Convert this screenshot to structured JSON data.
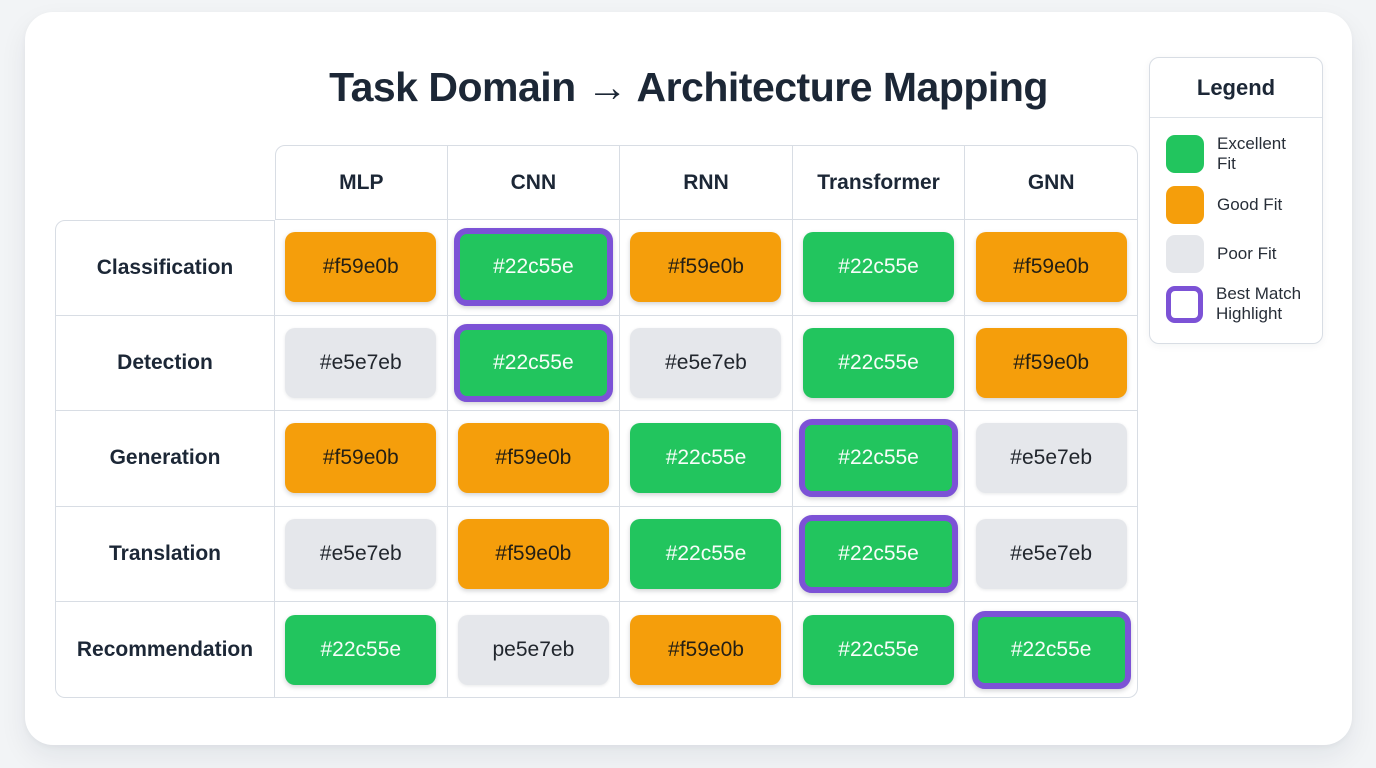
{
  "title": "Task Domain → Architecture Mapping",
  "colors": {
    "excellent": "#22c55e",
    "good": "#f59e0b",
    "poor": "#e5e7eb",
    "best_highlight": "#7c52d6"
  },
  "chart_data": {
    "type": "heatmap",
    "title": "Task Domain → Architecture Mapping",
    "columns": [
      "MLP",
      "CNN",
      "RNN",
      "Transformer",
      "GNN"
    ],
    "rows": [
      "Classification",
      "Detection",
      "Generation",
      "Translation",
      "Recommendation"
    ],
    "legend_position": "top-right",
    "cells": [
      [
        {
          "label": "#f59e0b",
          "fit": "good",
          "best": false
        },
        {
          "label": "#22c55e",
          "fit": "excellent",
          "best": true
        },
        {
          "label": "#f59e0b",
          "fit": "good",
          "best": false
        },
        {
          "label": "#22c55e",
          "fit": "excellent",
          "best": false
        },
        {
          "label": "#f59e0b",
          "fit": "good",
          "best": false
        }
      ],
      [
        {
          "label": "#e5e7eb",
          "fit": "poor",
          "best": false
        },
        {
          "label": "#22c55e",
          "fit": "excellent",
          "best": true
        },
        {
          "label": "#e5e7eb",
          "fit": "poor",
          "best": false
        },
        {
          "label": "#22c55e",
          "fit": "excellent",
          "best": false
        },
        {
          "label": "#f59e0b",
          "fit": "good",
          "best": false
        }
      ],
      [
        {
          "label": "#f59e0b",
          "fit": "good",
          "best": false
        },
        {
          "label": "#f59e0b",
          "fit": "good",
          "best": false
        },
        {
          "label": "#22c55e",
          "fit": "excellent",
          "best": false
        },
        {
          "label": "#22c55e",
          "fit": "excellent",
          "best": true
        },
        {
          "label": "#e5e7eb",
          "fit": "poor",
          "best": false
        }
      ],
      [
        {
          "label": "#e5e7eb",
          "fit": "poor",
          "best": false
        },
        {
          "label": "#f59e0b",
          "fit": "good",
          "best": false
        },
        {
          "label": "#22c55e",
          "fit": "excellent",
          "best": false
        },
        {
          "label": "#22c55e",
          "fit": "excellent",
          "best": true
        },
        {
          "label": "#e5e7eb",
          "fit": "poor",
          "best": false
        }
      ],
      [
        {
          "label": "#22c55e",
          "fit": "excellent",
          "best": false
        },
        {
          "label": "pe5e7eb",
          "fit": "poor",
          "best": false
        },
        {
          "label": "#f59e0b",
          "fit": "good",
          "best": false
        },
        {
          "label": "#22c55e",
          "fit": "excellent",
          "best": false
        },
        {
          "label": "#22c55e",
          "fit": "excellent",
          "best": true
        }
      ]
    ]
  },
  "legend": {
    "title": "Legend",
    "items": [
      {
        "label": "Excellent Fit",
        "type": "excellent"
      },
      {
        "label": "Good Fit",
        "type": "good"
      },
      {
        "label": "Poor Fit",
        "type": "poor"
      },
      {
        "label": "Best Match Highlight",
        "type": "best"
      }
    ]
  }
}
